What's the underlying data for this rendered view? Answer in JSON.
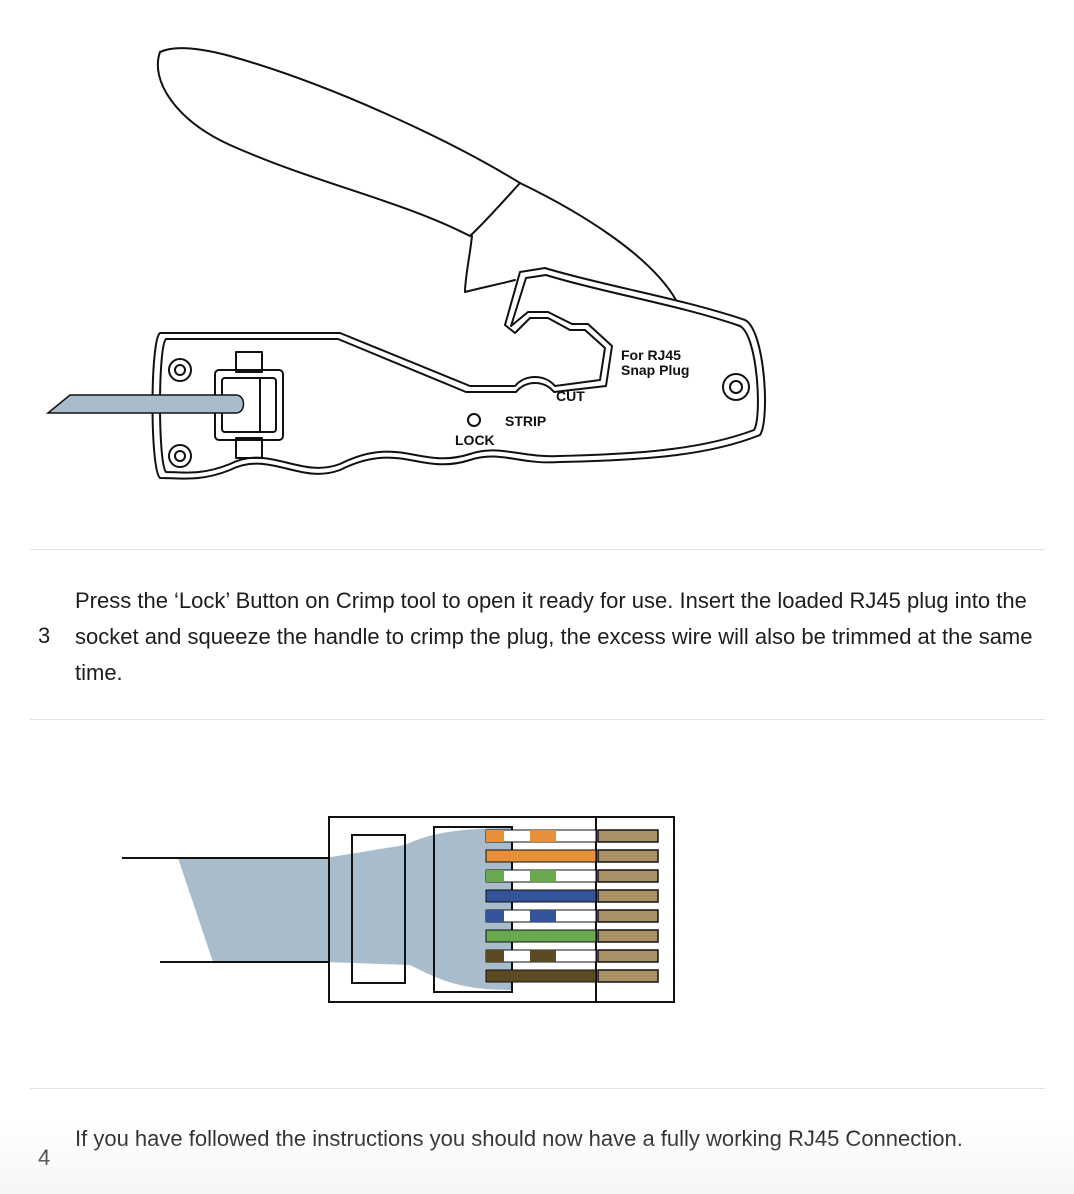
{
  "crimp_diagram": {
    "labels": {
      "for_rj45": "For RJ45",
      "snap_plug": "Snap Plug",
      "cut": "CUT",
      "strip": "STRIP",
      "lock": "LOCK"
    },
    "colors": {
      "line": "#111111",
      "cable": "#a9bccb"
    }
  },
  "plug_diagram": {
    "colors": {
      "cable": "#a9bccb",
      "orange": "#e88f3a",
      "green": "#6aa84f",
      "blue": "#33549a",
      "brown": "#5b4a22",
      "contact": "#a89165"
    }
  },
  "steps": [
    {
      "number": "3",
      "text": "Press the ‘Lock’ Button on Crimp tool to open it ready for use. Insert the loaded RJ45 plug into the socket and squeeze the handle to crimp the plug, the excess wire will also be trimmed at the same time."
    },
    {
      "number": "4",
      "text": "If you have followed the instructions you should now have a fully working RJ45 Connection."
    }
  ]
}
